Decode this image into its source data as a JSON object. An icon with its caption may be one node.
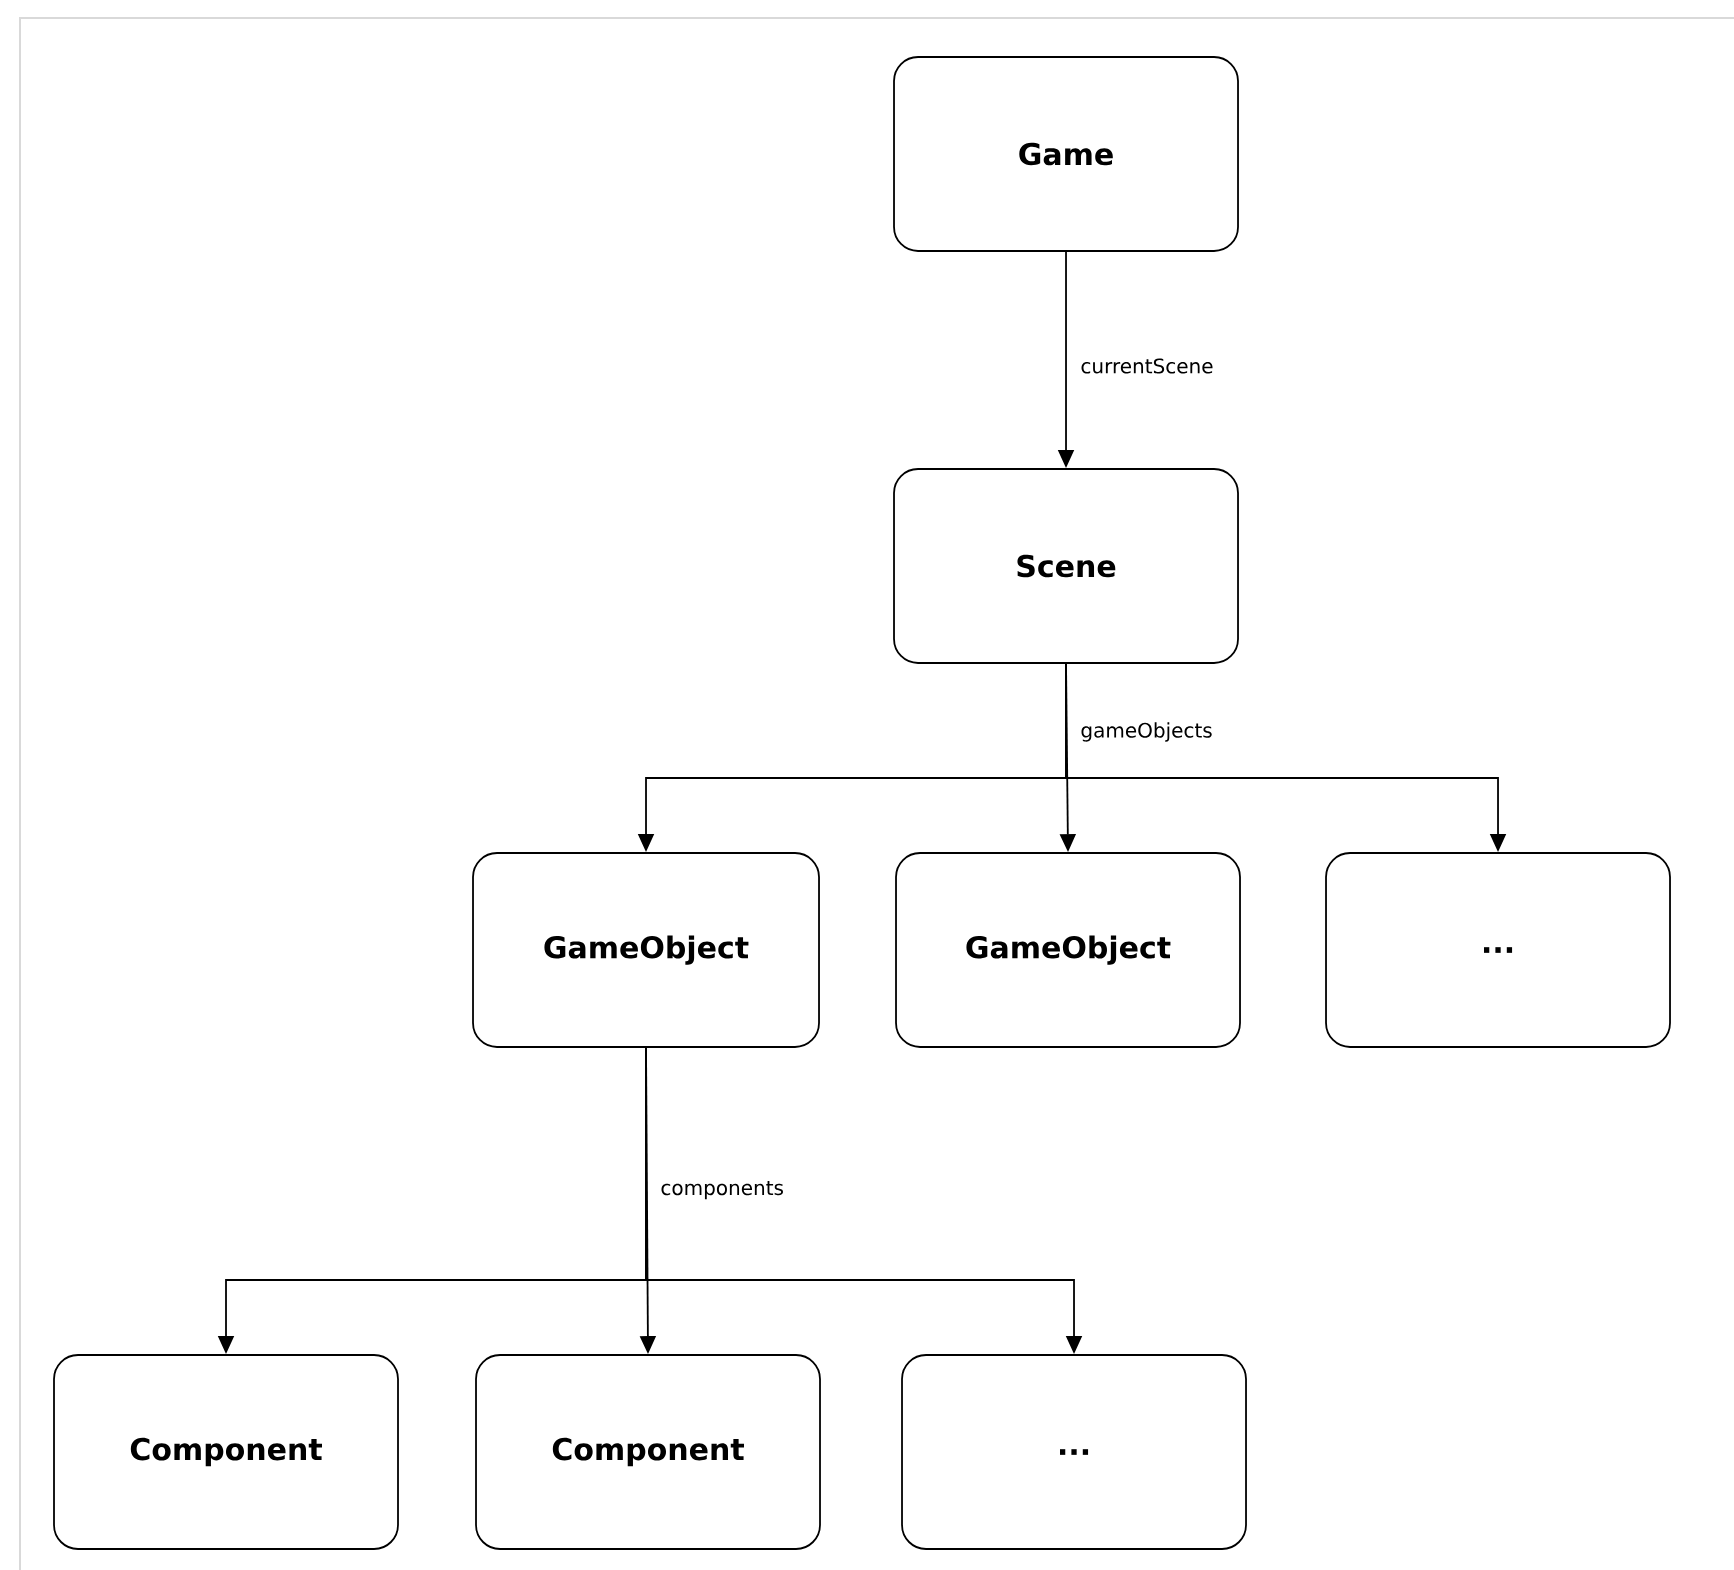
{
  "diagram": {
    "nodes": [
      {
        "text": [
          "Game"
        ]
      },
      {
        "text": [
          "Scene"
        ]
      },
      {
        "text": [
          "GameObject"
        ]
      },
      {
        "text": [
          "GameObject"
        ]
      },
      {
        "text": [
          "..."
        ]
      },
      {
        "text": [
          "Component"
        ]
      },
      {
        "text": [
          "Component"
        ]
      },
      {
        "text": [
          "..."
        ]
      }
    ],
    "edges": [
      {
        "from": 0,
        "to": 1,
        "arrow": "to",
        "label": "currentScene"
      },
      {
        "from": 1,
        "to": 2,
        "arrow": "to"
      },
      {
        "from": 1,
        "to": 3,
        "arrow": "to",
        "label": "gameObjects"
      },
      {
        "from": 1,
        "to": 4,
        "arrow": "to"
      },
      {
        "from": 2,
        "to": 5,
        "arrow": "to"
      },
      {
        "from": 2,
        "to": 6,
        "arrow": "to",
        "label": "components"
      },
      {
        "from": 2,
        "to": 7,
        "arrow": "to"
      }
    ]
  }
}
